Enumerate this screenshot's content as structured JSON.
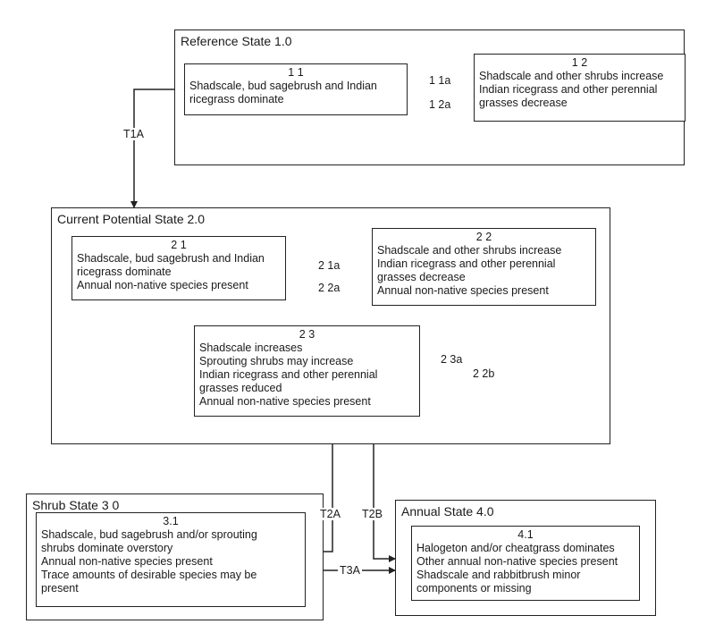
{
  "states": {
    "reference": {
      "title": "Reference State 1.0",
      "c11": {
        "id": "1 1",
        "lines": [
          "Shadscale, bud sagebrush and Indian",
          "ricegrass dominate"
        ]
      },
      "c12": {
        "id": "1 2",
        "lines": [
          "Shadscale and other shrubs increase",
          "Indian ricegrass and other perennial",
          "grasses decrease"
        ]
      }
    },
    "current": {
      "title": "Current Potential State 2.0",
      "c21": {
        "id": "2 1",
        "lines": [
          "Shadscale, bud sagebrush and Indian",
          "ricegrass dominate",
          "Annual non-native species present"
        ]
      },
      "c22": {
        "id": "2 2",
        "lines": [
          "Shadscale and other shrubs increase",
          "Indian ricegrass and other perennial",
          "grasses decrease",
          "Annual non-native species present"
        ]
      },
      "c23": {
        "id": "2 3",
        "lines": [
          "Shadscale increases",
          "Sprouting shrubs may increase",
          "Indian ricegrass and other perennial",
          "grasses reduced",
          "Annual non-native species present"
        ]
      }
    },
    "shrub": {
      "title": "Shrub State 3 0",
      "c31": {
        "id": "3.1",
        "lines": [
          "Shadscale, bud sagebrush and/or sprouting",
          "shrubs dominate overstory",
          "Annual non-native species present",
          "Trace amounts of desirable species may be",
          "present"
        ]
      }
    },
    "annual": {
      "title": "Annual State 4.0",
      "c41": {
        "id": "4.1",
        "lines": [
          "Halogeton and/or cheatgrass dominates",
          "Other annual non-native species present",
          "Shadscale and rabbitbrush minor",
          "components or missing"
        ]
      }
    }
  },
  "transitions": {
    "p11a": "1 1a",
    "p12a": "1 2a",
    "T1A": "T1A",
    "p21a": "2 1a",
    "p22a": "2 2a",
    "p23a": "2 3a",
    "p22b": "2 2b",
    "T2A": "T2A",
    "T2B": "T2B",
    "T3A": "T3A"
  }
}
